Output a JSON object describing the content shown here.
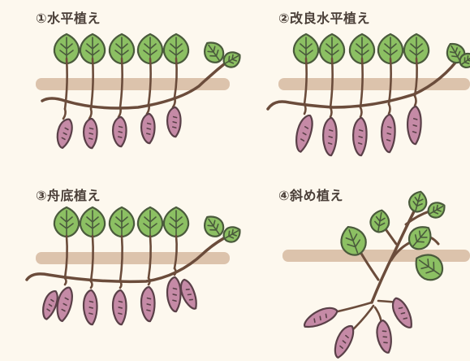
{
  "panels": [
    {
      "key": "horizontal",
      "title": "①水平植え"
    },
    {
      "key": "improved_horizontal",
      "title": "②改良水平植え"
    },
    {
      "key": "boat_bottom",
      "title": "③舟底植え"
    },
    {
      "key": "diagonal",
      "title": "④斜め植え"
    }
  ],
  "colors": {
    "background": "#fdf8ee",
    "soil": "#dcc3ac",
    "stem": "#6b4c3b",
    "leaf": "#8cc063",
    "leaf_outline": "#4a5a3c",
    "potato": "#c58aa6",
    "potato_outline": "#5a4048",
    "text": "#4a3f38"
  }
}
